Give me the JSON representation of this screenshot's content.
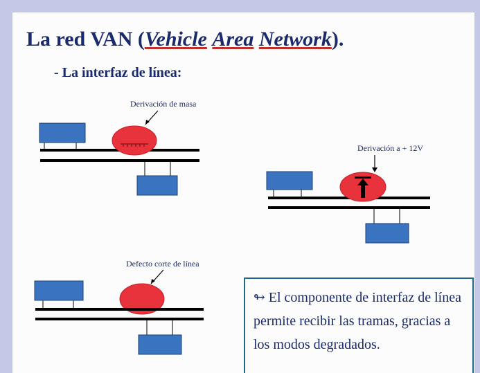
{
  "title": {
    "prefix": "La red VAN (",
    "words": [
      "Vehicle",
      "Area",
      "Network"
    ],
    "suffix": ")."
  },
  "subtitle": "- La interfaz de línea:",
  "labels": {
    "mass": "Derivación de masa",
    "plus12v": "Derivación a + 12V",
    "cut": "Defecto corte de línea"
  },
  "info": {
    "icon": "↬",
    "text": "El componente de interfaz de línea permite recibir las tramas, gracias a los modos degradados."
  },
  "colors": {
    "title": "#1a2a6c",
    "node_fill": "#3a74c0",
    "fault_fill": "#e8323c",
    "box_border": "#1f6a86"
  }
}
